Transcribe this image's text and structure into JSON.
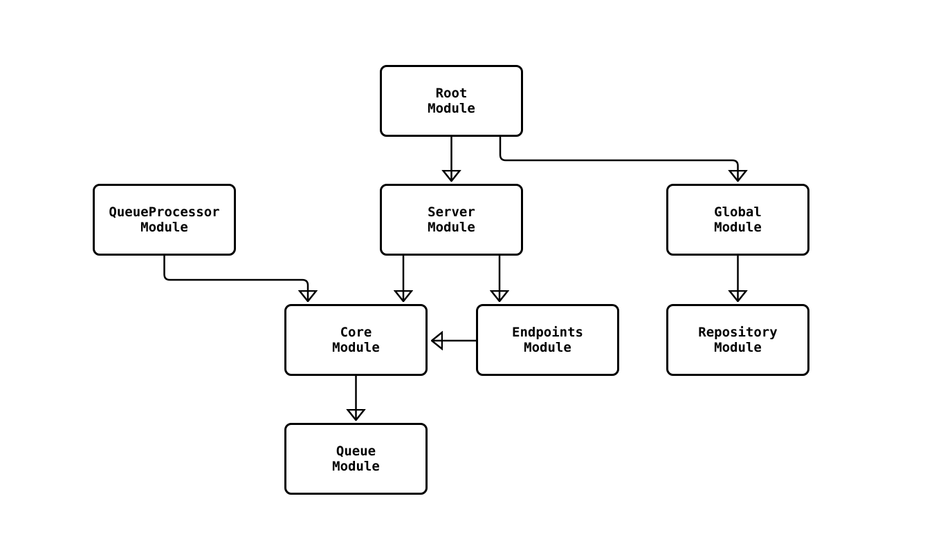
{
  "diagram": {
    "type": "flowchart",
    "background_color": "#ffffff",
    "stroke_color": "#000000",
    "text_color": "#000000",
    "nodes": {
      "root": {
        "label": "Root\nModule"
      },
      "queueprocessor": {
        "label": "QueueProcessor\nModule"
      },
      "server": {
        "label": "Server\nModule"
      },
      "global": {
        "label": "Global\nModule"
      },
      "core": {
        "label": "Core\nModule"
      },
      "endpoints": {
        "label": "Endpoints\nModule"
      },
      "repository": {
        "label": "Repository\nModule"
      },
      "queue": {
        "label": "Queue\nModule"
      }
    },
    "edges": [
      {
        "from": "Root Module",
        "to": "Server Module"
      },
      {
        "from": "Root Module",
        "to": "Global Module"
      },
      {
        "from": "QueueProcessor Module",
        "to": "Core Module"
      },
      {
        "from": "Server Module",
        "to": "Core Module"
      },
      {
        "from": "Server Module",
        "to": "Endpoints Module"
      },
      {
        "from": "Endpoints Module",
        "to": "Core Module"
      },
      {
        "from": "Global Module",
        "to": "Repository Module"
      },
      {
        "from": "Core Module",
        "to": "Queue Module"
      }
    ]
  }
}
